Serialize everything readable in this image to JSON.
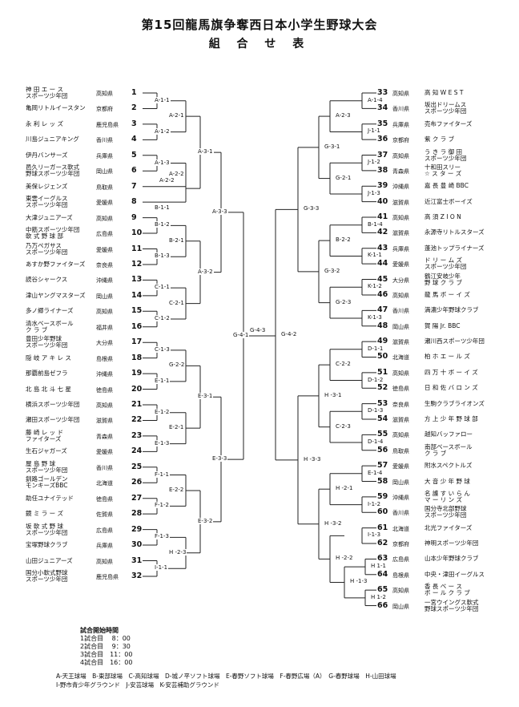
{
  "title": "第15回龍馬旗争奪西日本小学生野球大会",
  "subtitle": "組 合 せ 表",
  "teams": [
    {
      "num": "1",
      "name": "神 田 エ ー ス\nスポーツ少年団",
      "pref": "高知県"
    },
    {
      "num": "2",
      "name": "亀岡リトルイースタン",
      "pref": "京都府"
    },
    {
      "num": "3",
      "name": "永 利 レ ッ ズ",
      "pref": "鹿児島県"
    },
    {
      "num": "4",
      "name": "川島ジュニアキング",
      "pref": "香川県"
    },
    {
      "num": "5",
      "name": "伊丹バンサーズ",
      "pref": "兵庫県"
    },
    {
      "num": "6",
      "name": "邑久リーガース軟式\n野球スポーツ少年団",
      "pref": "岡山県"
    },
    {
      "num": "7",
      "name": "美保レジェンズ",
      "pref": "鳥取県"
    },
    {
      "num": "8",
      "name": "東雲イーグルス\nスポーツ少年団",
      "pref": "愛媛県"
    },
    {
      "num": "9",
      "name": "大津ジュニアーズ",
      "pref": "高知県"
    },
    {
      "num": "10",
      "name": "中筋スポーツ少年団\n軟 式 野 球 部",
      "pref": "広島県"
    },
    {
      "num": "11",
      "name": "乃万ペガサス\nスポーツ少年団",
      "pref": "愛媛県"
    },
    {
      "num": "12",
      "name": "あすか野ファイターズ",
      "pref": "奈良県"
    },
    {
      "num": "13",
      "name": "読谷シャークス",
      "pref": "沖縄県"
    },
    {
      "num": "14",
      "name": "津山ヤングマスターズ",
      "pref": "岡山県"
    },
    {
      "num": "15",
      "name": "多ノ郷ライナーズ",
      "pref": "高知県"
    },
    {
      "num": "16",
      "name": "清水ベースボール\nク ラ ブ",
      "pref": "福井県"
    },
    {
      "num": "17",
      "name": "豊田少年野球\nスポーツ少年団",
      "pref": "大分県"
    },
    {
      "num": "18",
      "name": "隠 岐 ア キ レ ス",
      "pref": "島根県"
    },
    {
      "num": "19",
      "name": "那覇前島ゼフラ",
      "pref": "沖縄県"
    },
    {
      "num": "20",
      "name": "北 島 北 斗 七 星",
      "pref": "徳島県"
    },
    {
      "num": "21",
      "name": "横浜スポーツ少年団",
      "pref": "高知県"
    },
    {
      "num": "22",
      "name": "瀬田スポーツ少年団",
      "pref": "滋賀県"
    },
    {
      "num": "23",
      "name": "藤 崎 レ ッ ド\nファイターズ",
      "pref": "青森県"
    },
    {
      "num": "24",
      "name": "生石ジャガーズ",
      "pref": "愛媛県"
    },
    {
      "num": "25",
      "name": "屋 島 野 球\nスポーツ少年団",
      "pref": "香川県"
    },
    {
      "num": "26",
      "name": "釧路ゴールデン\nモンキーズBBC",
      "pref": "北海道"
    },
    {
      "num": "27",
      "name": "助任ユナイテッド",
      "pref": "徳島県"
    },
    {
      "num": "28",
      "name": "鏡 ミ ラ ー ズ",
      "pref": "佐賀県"
    },
    {
      "num": "29",
      "name": "坂 軟 式 野 球\nスポーツ少年団",
      "pref": "広島県"
    },
    {
      "num": "30",
      "name": "宝塚野球クラブ",
      "pref": "兵庫県"
    },
    {
      "num": "31",
      "name": "山田ジュニアーズ",
      "pref": "高知県"
    },
    {
      "num": "32",
      "name": "国分小軟式野球\nスポーツ少年団",
      "pref": "鹿児島県"
    },
    {
      "num": "33",
      "name": "高 知 W E S T",
      "pref": "高知県"
    },
    {
      "num": "34",
      "name": "坂出ドリームス\nスポーツ少年団",
      "pref": "香川県"
    },
    {
      "num": "35",
      "name": "売布ファイターズ",
      "pref": "兵庫県"
    },
    {
      "num": "36",
      "name": "紫 ク ラ ブ",
      "pref": "京都府"
    },
    {
      "num": "37",
      "name": "う き ラ 御 田\nスポーツ少年団",
      "pref": "高知県"
    },
    {
      "num": "38",
      "name": "十和田スリー\n☆ ス タ ー ズ",
      "pref": "青森県"
    },
    {
      "num": "39",
      "name": "嘉 長 豊 崎 BBC",
      "pref": "沖縄県"
    },
    {
      "num": "40",
      "name": "近江富士ボーイズ",
      "pref": "滋賀県"
    },
    {
      "num": "41",
      "name": "高 須 Z I O N",
      "pref": "高知県"
    },
    {
      "num": "42",
      "name": "永源寺リトルスターズ",
      "pref": "滋賀県"
    },
    {
      "num": "43",
      "name": "蓬池トップライナーズ",
      "pref": "兵庫県"
    },
    {
      "num": "44",
      "name": "ド リ ー ム ズ\nスポーツ少年団",
      "pref": "愛媛県"
    },
    {
      "num": "45",
      "name": "鶴江安岐少年\n野 球 ク ラ ブ",
      "pref": "大分県"
    },
    {
      "num": "46",
      "name": "龍 馬 ボ ー イ ズ",
      "pref": "高知県"
    },
    {
      "num": "47",
      "name": "満濃少年野球クラブ",
      "pref": "香川県"
    },
    {
      "num": "48",
      "name": "賀 陽 Jr. BBC",
      "pref": "岡山県"
    },
    {
      "num": "49",
      "name": "瀬川西スポーツ少年団",
      "pref": "滋賀県"
    },
    {
      "num": "50",
      "name": "柏 ホ エ ー ル ズ",
      "pref": "北海道"
    },
    {
      "num": "51",
      "name": "四 万 十 ボ ー イ ズ",
      "pref": "高知県"
    },
    {
      "num": "52",
      "name": "日 和 佐 バ ロ ン ズ",
      "pref": "徳島県"
    },
    {
      "num": "53",
      "name": "生駒クラブライオンズ",
      "pref": "奈良県"
    },
    {
      "num": "54",
      "name": "方 上 少 年 野 球 部",
      "pref": "滋賀県"
    },
    {
      "num": "55",
      "name": "越知バッファロー",
      "pref": "高知県"
    },
    {
      "num": "56",
      "name": "南部ベースボール\nク ラ ブ",
      "pref": "鳥取県"
    },
    {
      "num": "57",
      "name": "附水スペクトルズ",
      "pref": "愛媛県"
    },
    {
      "num": "58",
      "name": "大 音 少 年 野 球",
      "pref": "岡山県"
    },
    {
      "num": "59",
      "name": "名 護 す い ら ん\nマ ー リ ン ズ",
      "pref": "沖縄県"
    },
    {
      "num": "60",
      "name": "国分寺北部野球\nスポーツ少年団",
      "pref": "香川県"
    },
    {
      "num": "61",
      "name": "北光ファイターズ",
      "pref": "北海道"
    },
    {
      "num": "62",
      "name": "神明スポーツ少年団",
      "pref": "京都府"
    },
    {
      "num": "63",
      "name": "山本少年野球クラブ",
      "pref": "広島県"
    },
    {
      "num": "64",
      "name": "中央・津田イーグルス",
      "pref": "島根県"
    },
    {
      "num": "65",
      "name": "香 長 ベ ー ス\nボ ー ル ク ラ ブ",
      "pref": "高知県"
    },
    {
      "num": "66",
      "name": "一宮ウイングス軟式\n野球スポーツ少年団",
      "pref": "岡山県"
    }
  ],
  "matches": {
    "A-1-1": "A-1-1",
    "A-2-1": "A-2-1",
    "A-1-2": "A-1-2",
    "A-3-1": "A-3-1",
    "A-1-3": "A-1-3",
    "A-2-2": "A-2-2",
    "B-1-1": "B-1-1",
    "A-3-3": "A-3-3",
    "B-1-2": "B-1-2",
    "B-2-1": "B-2-1",
    "B-1-3": "B-1-3",
    "A-3-2": "A-3-2",
    "C-1-1": "C-1-1",
    "C-2-1": "C-2-1",
    "C-1-2": "C-1-2",
    "G-4-1": "G-4-1",
    "C-1-3": "C-1-3",
    "G-2-2": "G-2-2",
    "E-1-1": "E-1-1",
    "E-3-1": "E-3-1",
    "E-1-2": "E-1-2",
    "E-2-1": "E-2-1",
    "E-1-3": "E-1-3",
    "E-3-3": "E-3-3",
    "F-1-1": "F-1-1",
    "E-2-2": "E-2-2",
    "F-1-2": "F-1-2",
    "E-3-2": "E-3-2",
    "F-1-3": "F-1-3",
    "H-2-3": "H -2-3",
    "I-1-1": "I-1-1",
    "G-4-3": "G-4-3",
    "G-4-2": "G-4-2",
    "A-1-4": "A-1-4",
    "A-2-3": "A-2-3",
    "J-1-1": "J-1-1",
    "G-3-1": "G-3-1",
    "J-1-2": "J-1-2",
    "G-2-1": "G-2-1",
    "J-1-3": "J-1-3",
    "G-3-3": "G-3-3",
    "B-1-4": "B-1-4",
    "B-2-2": "B-2-2",
    "K-1-1": "K-1-1",
    "G-3-2": "G-3-2",
    "K-1-2": "K-1-2",
    "G-2-3": "G-2-3",
    "K-1-3": "K-1-3",
    "D-1-1": "D-1-1",
    "C-2-2": "C-2-2",
    "D-1-2": "D-1-2",
    "H-3-1": "H -3-1",
    "D-1-3": "D-1-3",
    "C-2-3": "C-2-3",
    "D-1-4": "D-1-4",
    "H-3-3": "H -3-3",
    "E-1-4": "E-1-4",
    "H-2-1": "H -2-1",
    "I-1-2": "I-1-2",
    "H-3-2": "H -3-2",
    "I-1-3": "I-1-3",
    "H-2-2": "H -2-2",
    "H-1-1": "H 1-1",
    "H-1-3": "H -1-3",
    "H-1-2": "H 1-2"
  },
  "schedule": {
    "title": "試合開始時間",
    "rows": [
      "1試合目　 8：00",
      "2試合目　 9：30",
      "3試合目　11：00",
      "4試合目　16：00"
    ]
  },
  "venues": {
    "line1": "A-天王球場　B-東部球場　C-高知球場　D-城ノ平ソフト球場　E-春野ソフト球場　F-春野広場（A）　G-春野球場　H-山田球場",
    "line2": "I-野市青少年グラウンド　J-安芸球場　K-安芸補助グラウンド"
  }
}
